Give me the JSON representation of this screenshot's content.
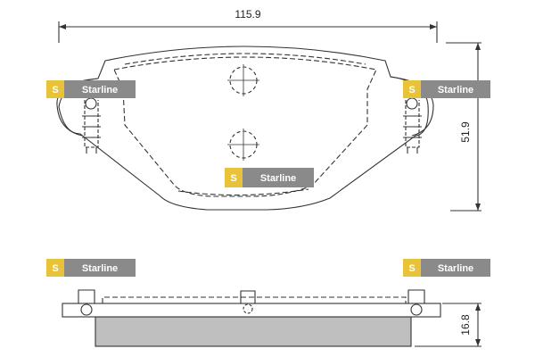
{
  "dimensions": {
    "width_label": "115.9",
    "height_label": "51.9",
    "thickness_label": "16.8"
  },
  "logo": {
    "brand": "Starline",
    "mark": "S",
    "colors": {
      "square": "#e8c33a",
      "bar": "#8a8a8a",
      "text": "#ffffff"
    }
  },
  "colors": {
    "line": "#333333",
    "backing_plate": "#bfbfbf"
  }
}
